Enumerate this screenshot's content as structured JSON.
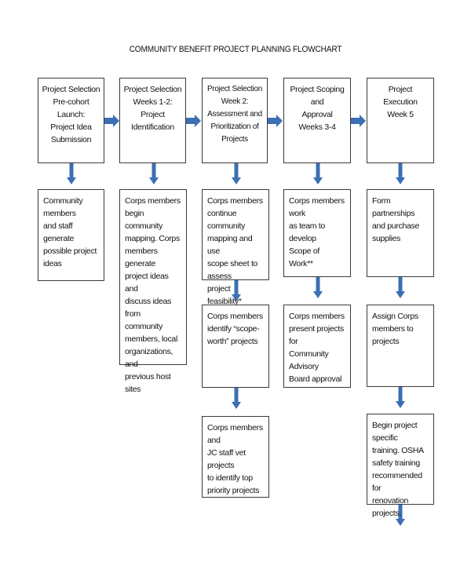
{
  "title": "COMMUNITY BENEFIT PROJECT PLANNING FLOWCHART",
  "colors": {
    "arrow": "#3c6fb3",
    "border": "#3a3a3a"
  },
  "phases": [
    {
      "label": "Project Selection\nPre-cohort Launch:\nProject Idea\nSubmission"
    },
    {
      "label": "Project Selection\nWeeks 1-2:\nProject Identification"
    },
    {
      "label": "Project Selection\nWeek 2:\nAssessment and\nPrioritization of\nProjects"
    },
    {
      "label": "Project Scoping and\nApproval\nWeeks 3-4"
    },
    {
      "label": "Project Execution\nWeek 5"
    }
  ],
  "steps": {
    "col1": [
      "Community members\nand staff generate\npossible project ideas"
    ],
    "col2": [
      "Corps members\nbegin community\nmapping.  Corps\nmembers generate\nproject ideas and\ndiscuss ideas from\ncommunity\nmembers, local\norganizations,  and\nprevious host sites"
    ],
    "col3": [
      "Corps members\ncontinue community\nmapping and use\nscope sheet to assess\nproject feasibility*",
      "Corps members\nidentify “scope-\nworth” projects",
      "Corps members and\nJC staff vet projects\nto identify top\npriority projects"
    ],
    "col4": [
      "Corps members work\nas team to develop\nScope of Work**",
      "Corps members\npresent projects for\nCommunity Advisory\nBoard approval"
    ],
    "col5": [
      "Form partnerships\nand purchase\nsupplies",
      "Assign Corps\nmembers to projects",
      "Begin project specific\ntraining.  OSHA\nsafety training\nrecommended for\nrenovation projects."
    ]
  }
}
